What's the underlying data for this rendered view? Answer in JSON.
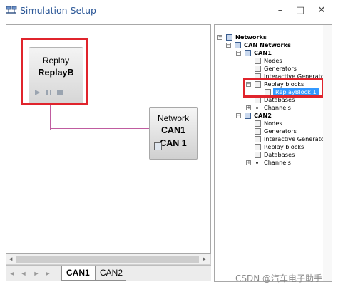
{
  "window": {
    "title": "Simulation Setup",
    "minimize": "–",
    "maximize": "□",
    "close": "✕"
  },
  "canvas": {
    "replay_block": {
      "title": "Replay",
      "name": "ReplayB",
      "controls": [
        "play-icon",
        "pause-icon",
        "stop-icon"
      ]
    },
    "network_block": {
      "title": "Network",
      "bus": "CAN1",
      "subtitle": "CAN 1"
    }
  },
  "tabs": [
    {
      "label": "CAN1",
      "active": true
    },
    {
      "label": "CAN2",
      "active": false
    }
  ],
  "nav": {
    "first": "◄",
    "prev": "◄",
    "next": "►",
    "last": "►"
  },
  "scroll": {
    "left": "◄",
    "right": "►"
  },
  "tree": {
    "networks": "Networks",
    "can_networks": "CAN Networks",
    "can1": {
      "label": "CAN1",
      "nodes": "Nodes",
      "generators": "Generators",
      "interactive_generators": "Interactive Generators",
      "replay_blocks": "Replay blocks",
      "replay_block_1": "ReplayBlock 1",
      "databases": "Databases",
      "channels": "Channels"
    },
    "can2": {
      "label": "CAN2",
      "nodes": "Nodes",
      "generators": "Generators",
      "interactive_generators": "Interactive Generators",
      "replay_blocks": "Replay blocks",
      "databases": "Databases",
      "channels": "Channels"
    },
    "toggles": {
      "expanded": "−",
      "collapsed": "+"
    }
  },
  "watermark": "CSDN @汽车电子助手",
  "colors": {
    "highlight": "#e0242c",
    "title_text": "#2b5797",
    "selection": "#3399ff"
  }
}
